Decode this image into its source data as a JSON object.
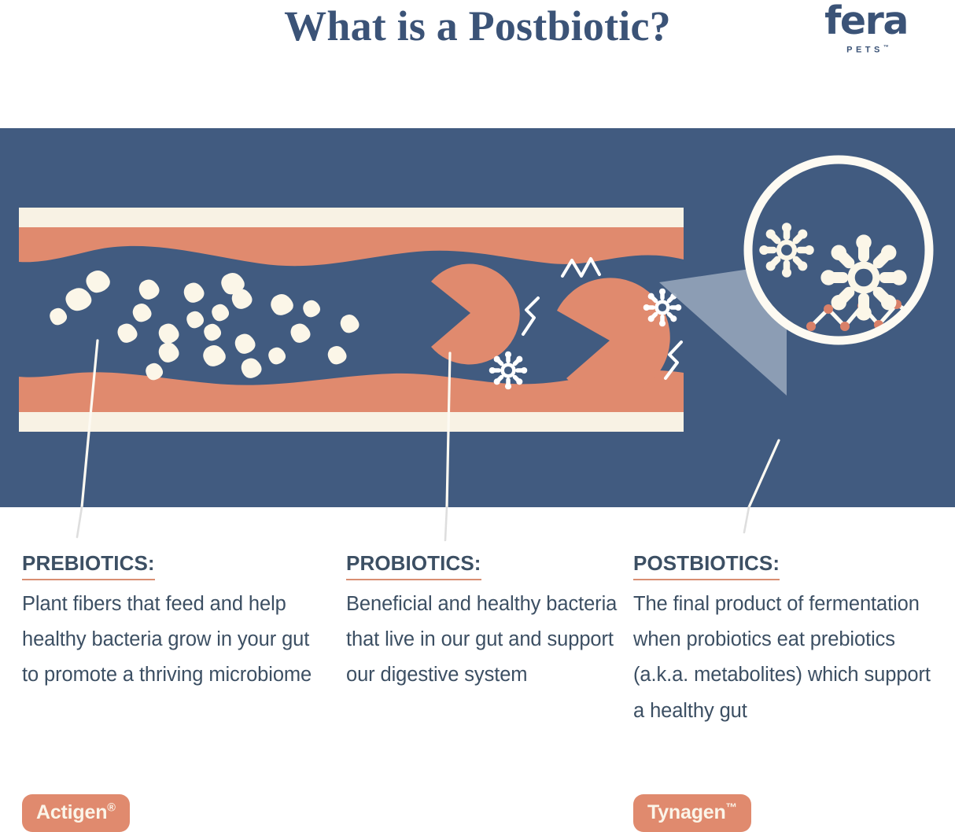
{
  "header": {
    "title": "What is a Postbiotic?",
    "logo_word": "fera",
    "logo_sub": "PETS",
    "logo_tm": "™"
  },
  "illustration": {
    "name": "gut-cross-section-diagram",
    "colors": {
      "panel_blue": "#415b80",
      "wall_salmon": "#e08a6e",
      "wall_cream": "#f8f2e4",
      "particle_cream": "#fbf6e8",
      "molecule_white": "#ffffff",
      "magnifier_cone": "#93a3b8",
      "metabolite_dot": "#d98068",
      "connector_line": "#fdfaf2"
    },
    "elements": [
      {
        "name": "prebiotic-fiber-particles",
        "label": "cream irregular blobs in gut lumen",
        "count": 22
      },
      {
        "name": "probiotic-bacteria",
        "label": "salmon pac-man shapes eating fibers",
        "count": 2
      },
      {
        "name": "postbiotic-metabolite-chain",
        "label": "white zigzag chains",
        "count": 4
      },
      {
        "name": "postbiotic-molecule-star",
        "label": "white spiked round molecules",
        "count": 4
      },
      {
        "name": "magnifier-circle",
        "label": "zoomed-in view of postbiotics"
      },
      {
        "name": "magnifier-cone",
        "label": "gray triangular pointer"
      }
    ]
  },
  "columns": [
    {
      "id": "prebiotics",
      "heading": "PREBIOTICS:",
      "body": "Plant fibers that feed and help healthy bacteria grow in your gut to promote a thriving microbiome",
      "pill": {
        "label": "Actigen",
        "mark": "®"
      }
    },
    {
      "id": "probiotics",
      "heading": "PROBIOTICS:",
      "body": "Beneficial and healthy bacteria that live in our gut and support our digestive system",
      "pill": null
    },
    {
      "id": "postbiotics",
      "heading": "POSTBIOTICS:",
      "body": "The final product of fermentation when probiotics eat prebiotics (a.k.a. metabolites) which support a healthy gut",
      "pill": {
        "label": "Tynagen",
        "mark": "™"
      }
    }
  ]
}
